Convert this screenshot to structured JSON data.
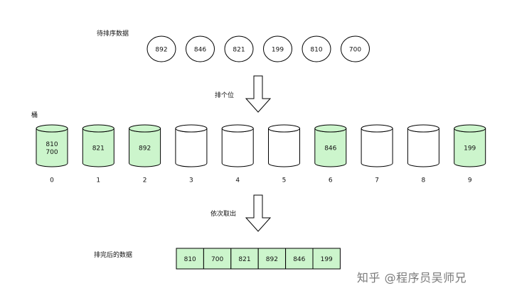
{
  "title_unsorted": "待排序数据",
  "unsorted": [
    "892",
    "846",
    "821",
    "199",
    "810",
    "700"
  ],
  "step1_label": "排个位",
  "buckets_title": "桶",
  "buckets": [
    {
      "index": "0",
      "items": [
        "810",
        "700"
      ],
      "filled": true
    },
    {
      "index": "1",
      "items": [
        "821"
      ],
      "filled": true
    },
    {
      "index": "2",
      "items": [
        "892"
      ],
      "filled": true
    },
    {
      "index": "3",
      "items": [],
      "filled": false
    },
    {
      "index": "4",
      "items": [],
      "filled": false
    },
    {
      "index": "5",
      "items": [],
      "filled": false
    },
    {
      "index": "6",
      "items": [
        "846"
      ],
      "filled": true
    },
    {
      "index": "7",
      "items": [],
      "filled": false
    },
    {
      "index": "8",
      "items": [],
      "filled": false
    },
    {
      "index": "9",
      "items": [
        "199"
      ],
      "filled": true
    }
  ],
  "step2_label": "依次取出",
  "title_sorted": "排完后的数据",
  "sorted": [
    "810",
    "700",
    "821",
    "892",
    "846",
    "199"
  ],
  "watermark": "知乎 @程序员吴师兄",
  "colors": {
    "fill_green": "#ccf5cc",
    "stroke": "#000000",
    "background": "#ffffff"
  }
}
